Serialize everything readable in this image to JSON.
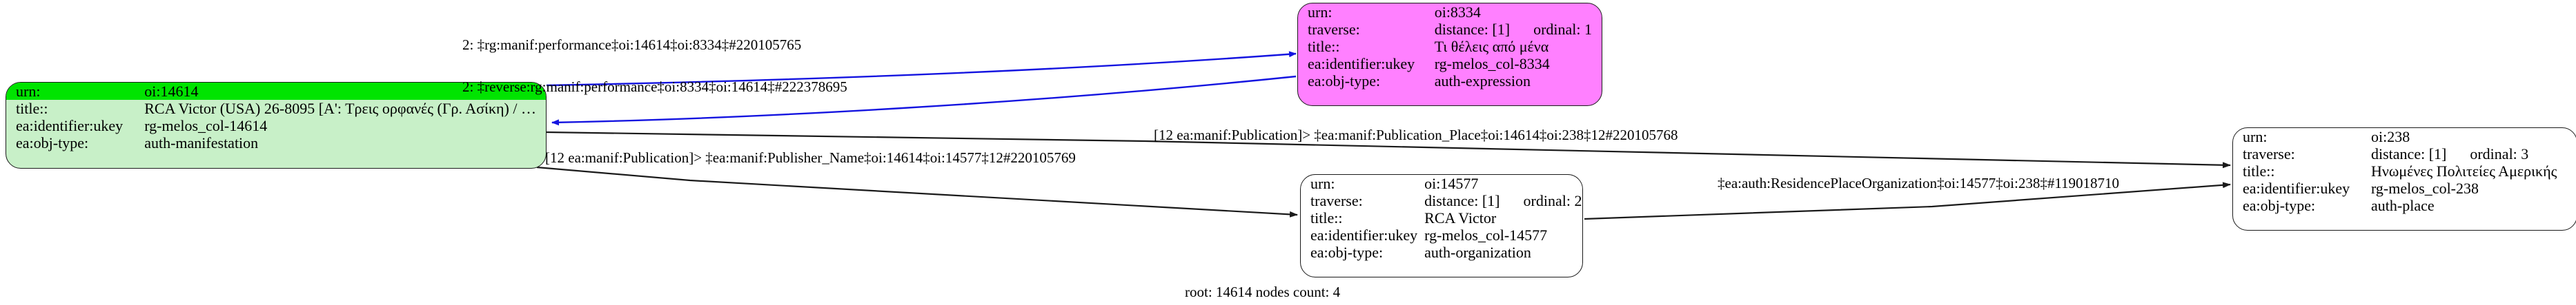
{
  "graph": {
    "caption": "root: 14614 nodes count: 4",
    "colors": {
      "root_fill": "#c8f0c8",
      "root_highlight": "#00e400",
      "expression_fill": "#ff80ff",
      "plain_fill": "#ffffff",
      "node_stroke": "#1a1a1a",
      "edge_blue": "#1414e0",
      "edge_black": "#1a1a1a"
    },
    "nodes": [
      {
        "id": "node-14614",
        "fields": [
          {
            "key": "urn:",
            "value": "oi:14614",
            "highlight": true
          },
          {
            "key": "title::",
            "value": "RCA Victor (USA) 26-8095 [Α': Τρεις ορφανές (Γρ. Ασίκη) / …",
            "highlight": false
          },
          {
            "key": "ea:identifier:ukey",
            "value": "rg-melos_col-14614",
            "highlight": false
          },
          {
            "key": "ea:obj-type:",
            "value": "auth-manifestation",
            "highlight": false
          }
        ]
      },
      {
        "id": "node-8334",
        "fields": [
          {
            "key": "urn:",
            "value": "oi:8334"
          },
          {
            "key": "traverse:",
            "distance": "distance: [1]",
            "ordinal": "ordinal: 1"
          },
          {
            "key": "title::",
            "value": "Τι θέλεις από μένα"
          },
          {
            "key": "ea:identifier:ukey",
            "value": "rg-melos_col-8334"
          },
          {
            "key": "ea:obj-type:",
            "value": "auth-expression"
          }
        ]
      },
      {
        "id": "node-14577",
        "fields": [
          {
            "key": "urn:",
            "value": "oi:14577"
          },
          {
            "key": "traverse:",
            "distance": "distance: [1]",
            "ordinal": "ordinal: 2"
          },
          {
            "key": "title::",
            "value": "RCA Victor"
          },
          {
            "key": "ea:identifier:ukey",
            "value": "rg-melos_col-14577"
          },
          {
            "key": "ea:obj-type:",
            "value": "auth-organization"
          }
        ]
      },
      {
        "id": "node-238",
        "fields": [
          {
            "key": "urn:",
            "value": "oi:238"
          },
          {
            "key": "traverse:",
            "distance": "distance: [1]",
            "ordinal": "ordinal: 3"
          },
          {
            "key": "title::",
            "value": "Ηνωμένες Πολιτείες Αμερικής"
          },
          {
            "key": "ea:identifier:ukey",
            "value": "rg-melos_col-238"
          },
          {
            "key": "ea:obj-type:",
            "value": "auth-place"
          }
        ]
      }
    ],
    "edges": [
      {
        "id": "edge-1",
        "label": "2: ‡rg:manif:performance‡oi:14614‡oi:8334‡#220105765",
        "color": "blue"
      },
      {
        "id": "edge-2",
        "label": "2: ‡reverse:rg:manif:performance‡oi:8334‡oi:14614‡#222378695",
        "color": "blue"
      },
      {
        "id": "edge-3",
        "label": "[12 ea:manif:Publication]> ‡ea:manif:Publication_Place‡oi:14614‡oi:238‡12#220105768",
        "color": "black"
      },
      {
        "id": "edge-4",
        "label": "[12 ea:manif:Publication]> ‡ea:manif:Publisher_Name‡oi:14614‡oi:14577‡12#220105769",
        "color": "black"
      },
      {
        "id": "edge-5",
        "label": "‡ea:auth:ResidencePlaceOrganization‡oi:14577‡oi:238‡#119018710",
        "color": "black"
      }
    ]
  }
}
